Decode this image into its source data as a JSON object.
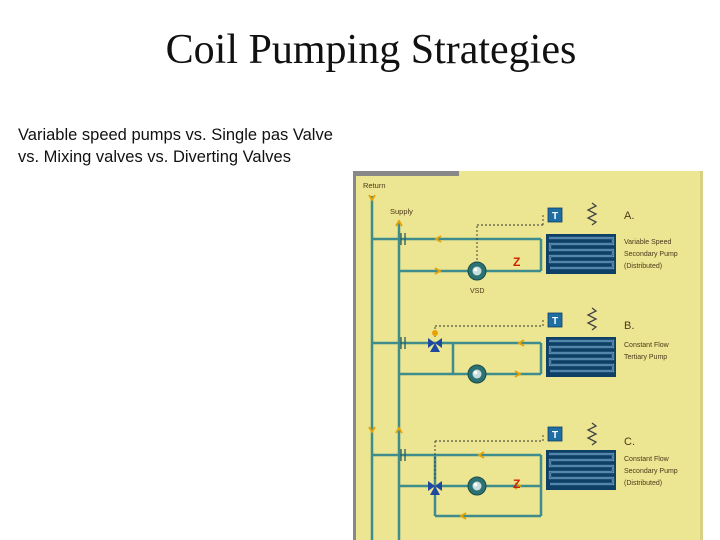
{
  "slide": {
    "title": "Coil Pumping Strategies",
    "body_lines": [
      "Variable speed pumps vs. Single pas Valve",
      "vs. Mixing valves  vs. Diverting Valves"
    ]
  },
  "diagram": {
    "main_labels": {
      "return": "Return",
      "supply": "Supply",
      "vsd": "VSD"
    },
    "thermostat_symbol": "T",
    "sections": [
      {
        "letter": "A.",
        "lines": [
          "Variable Speed",
          "Secondary Pump",
          "(Distributed)"
        ]
      },
      {
        "letter": "B.",
        "lines": [
          "Constant Flow",
          "Tertiary Pump"
        ]
      },
      {
        "letter": "C.",
        "lines": [
          "Constant Flow",
          "Secondary Pump",
          "(Distributed)"
        ]
      }
    ],
    "colors": {
      "background": "#ece592",
      "pipe": "#3f8c8c",
      "flow_arrow": "#e8a200",
      "coil": "#15507d",
      "thermostat": "#1f6ea3",
      "valve": "#1f49a0",
      "check_valve": "#cc2200",
      "control_wire": "#333333",
      "frame": "#888888"
    }
  }
}
